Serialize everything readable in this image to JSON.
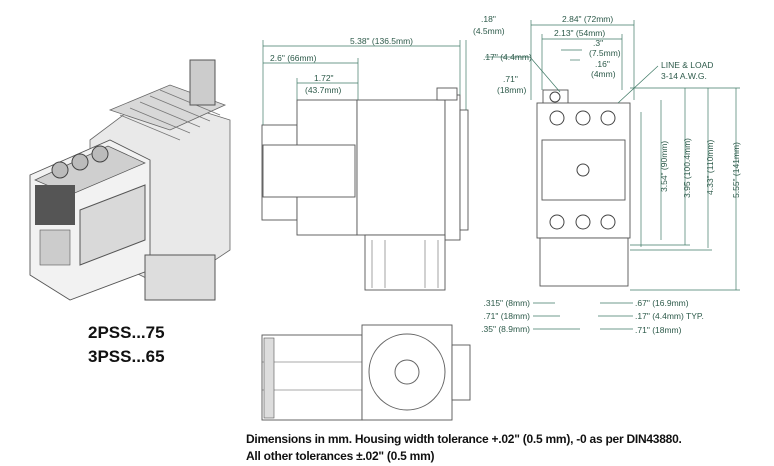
{
  "models": [
    "2PSS...75",
    "3PSS...65"
  ],
  "caption": [
    "Dimensions in mm. Housing width tolerance +.02\" (0.5 mm), -0 as per DIN43880.",
    "All other tolerances ±.02\" (0.5 mm)"
  ],
  "side_view": {
    "overall_length": "5.38\" (136.5mm)",
    "length_66": "2.6\" (66mm)",
    "length_43_in": "1.72\"",
    "length_43_mm": "(43.7mm)",
    "offset_in": ".18\"",
    "offset_mm": "(4.5mm)"
  },
  "front_view": {
    "width_72": "2.84\" (72mm)",
    "width_54": "2.13\" (54mm)",
    "terminal_4_4": ".17\" (4.4mm)",
    "terminal_18_in": ".71\"",
    "terminal_18_mm": "(18mm)",
    "pitch_in": ".3\"",
    "pitch_mm": "(7.5mm)",
    "gap_in": ".16\"",
    "gap_mm": "(4mm)",
    "wire_label_1": "LINE & LOAD",
    "wire_label_2": "3-14 A.W.G.",
    "height_90": "3.54\" (90mm)",
    "height_100": "3.95 (100.4mm)",
    "height_110": "4.33\" (110mm)",
    "height_141": "5.55\" (141mm)",
    "bottom_left": [
      ".315\" (8mm)",
      ".71\" (18mm)",
      ".35\" (8.9mm)"
    ],
    "bottom_right": [
      ".67\" (16.9mm)",
      ".17\" (4.4mm) TYP.",
      ".71\" (18mm)"
    ]
  },
  "colors": {
    "dimension": "#3f7a66",
    "text": "#2d5a4a"
  }
}
